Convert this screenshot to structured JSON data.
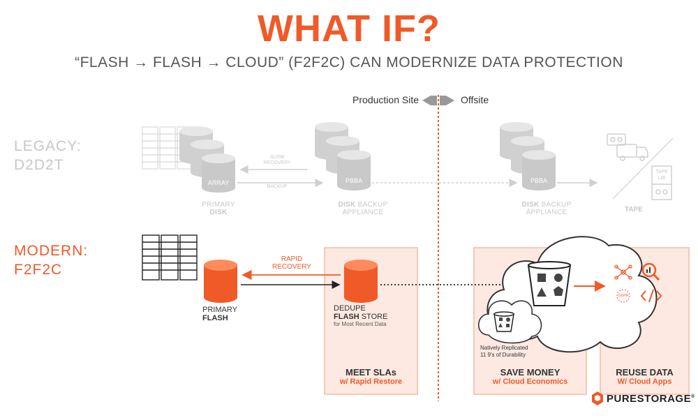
{
  "header": {
    "title": "WHAT IF?",
    "subtitle": "“FLASH → FLASH → CLOUD” (F2F2C) CAN MODERNIZE DATA PROTECTION"
  },
  "sites": {
    "production": "Production Site",
    "offsite": "Offsite"
  },
  "legacy": {
    "label_line1": "LEGACY:",
    "label_line2": "D2D2T",
    "array_label": "ARRAY",
    "pbba_label": "PBBA",
    "pbba_label_offsite": "PBBA",
    "slow_recovery": "SLOW RECOVERY",
    "backup": "BACKUP",
    "primary_disk_line1": "PRIMARY",
    "primary_disk_line2": "DISK",
    "dba_line1_bold": "DISK",
    "dba_line1_rest": " BACKUP",
    "dba_line2": "APPLIANCE",
    "dba2_line1_bold": "DISK",
    "dba2_line1_rest": " BACKUP",
    "dba2_line2": "APPLIANCE",
    "tape_lib": "TAPE LIB",
    "tape_label": "TAPE"
  },
  "modern": {
    "label_line1": "MODERN:",
    "label_line2": "F2F2C",
    "rapid_recovery_line1": "RAPID",
    "rapid_recovery_line2": "RECOVERY",
    "primary_flash_line1": "PRIMARY",
    "primary_flash_line2": "FLASH",
    "dedupe_line1": "DEDUPE",
    "dedupe_line2_bold": "FLASH",
    "dedupe_line2_rest": " STORE",
    "dedupe_line3": "for Most Recent Data",
    "replicated_line1": "Natively Replicated",
    "replicated_line2": "11 9's of Durability",
    "gdpr": "GDPR"
  },
  "benefits": [
    {
      "title": "MEET SLAs",
      "subtitle": "w/ Rapid Restore"
    },
    {
      "title": "SAVE MONEY",
      "subtitle": "w/ Cloud Economics"
    },
    {
      "title": "REUSE DATA",
      "subtitle": "W/ Cloud Apps"
    }
  ],
  "brand": {
    "name": "PURESTORAGE",
    "mark": "®"
  },
  "colors": {
    "accent": "#f05a28",
    "legacy_gray": "#c8c8c8",
    "box_fill": "#fde9e1"
  }
}
